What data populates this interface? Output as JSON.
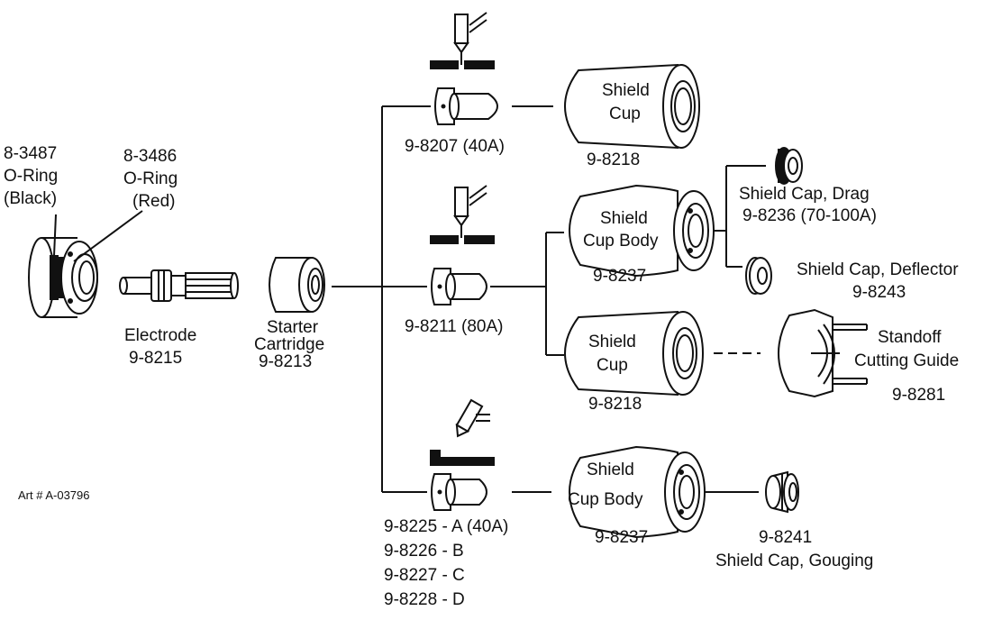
{
  "labels": {
    "oring_black": [
      "8-3487",
      "O-Ring",
      "(Black)"
    ],
    "oring_red": [
      "8-3486",
      "O-Ring",
      "(Red)"
    ],
    "electrode": [
      "Electrode",
      "9-8215"
    ],
    "starter": [
      "Starter",
      "Cartridge",
      "9-8213"
    ],
    "tip_40a": "9-8207 (40A)",
    "tip_80a": "9-8211 (80A)",
    "tip_gouge": [
      "9-8225 - A (40A)",
      "9-8226 - B",
      "9-8227 - C",
      "9-8228 - D"
    ],
    "shield_cup_top": [
      "Shield",
      "Cup"
    ],
    "shield_cup_top_pn": "9-8218",
    "shield_cup_body_mid": [
      "Shield",
      "Cup Body"
    ],
    "shield_cup_body_mid_pn": "9-8237",
    "shield_cup_mid": [
      "Shield",
      "Cup"
    ],
    "shield_cup_mid_pn": "9-8218",
    "shield_cup_body_bot": [
      "Shield",
      "Cup Body"
    ],
    "shield_cup_body_bot_pn": "9-8237",
    "shield_cap_drag": [
      "Shield Cap, Drag",
      "9-8236 (70-100A)"
    ],
    "shield_cap_deflector": [
      "Shield Cap, Deflector",
      "9-8243"
    ],
    "standoff_guide": [
      "Standoff",
      "Cutting Guide",
      "9-8281"
    ],
    "shield_cap_gouging": [
      "9-8241",
      "Shield Cap, Gouging"
    ],
    "art_number": "Art # A-03796"
  }
}
